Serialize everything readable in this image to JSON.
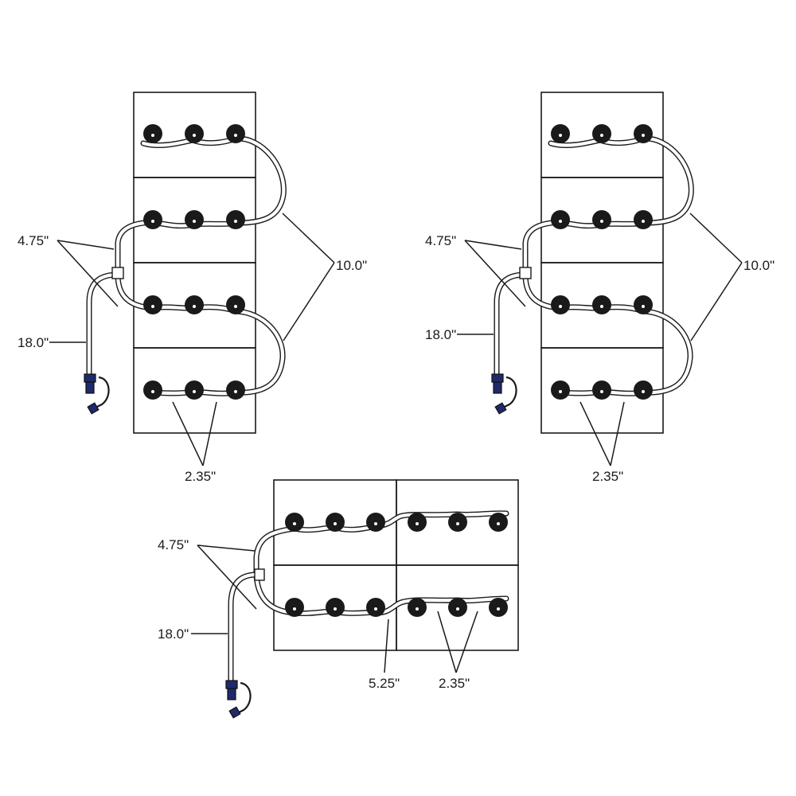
{
  "diagrams": [
    {
      "id": "diagram-12-cell",
      "labels": {
        "manifold_branch": "4.75\"",
        "drain_tube": "18.0\"",
        "return_loop": "10.0\"",
        "cell_spacing": "2.35\""
      }
    },
    {
      "id": "diagram-12-cell-alt",
      "labels": {
        "manifold_branch": "4.75\"",
        "drain_tube": "18.0\"",
        "return_loop": "10.0\"",
        "cell_spacing": "2.35\""
      }
    },
    {
      "id": "diagram-12-cell-side-by-side",
      "labels": {
        "manifold_branch": "4.75\"",
        "drain_tube": "18.0\"",
        "jumper": "5.25\"",
        "cell_spacing": "2.35\""
      }
    }
  ],
  "colors": {
    "line": "#1a1a1a",
    "coupler": "#1f2a6b"
  },
  "icons": [
    "valve-cap-icon",
    "tee-fitting-icon",
    "quick-coupler-icon"
  ]
}
